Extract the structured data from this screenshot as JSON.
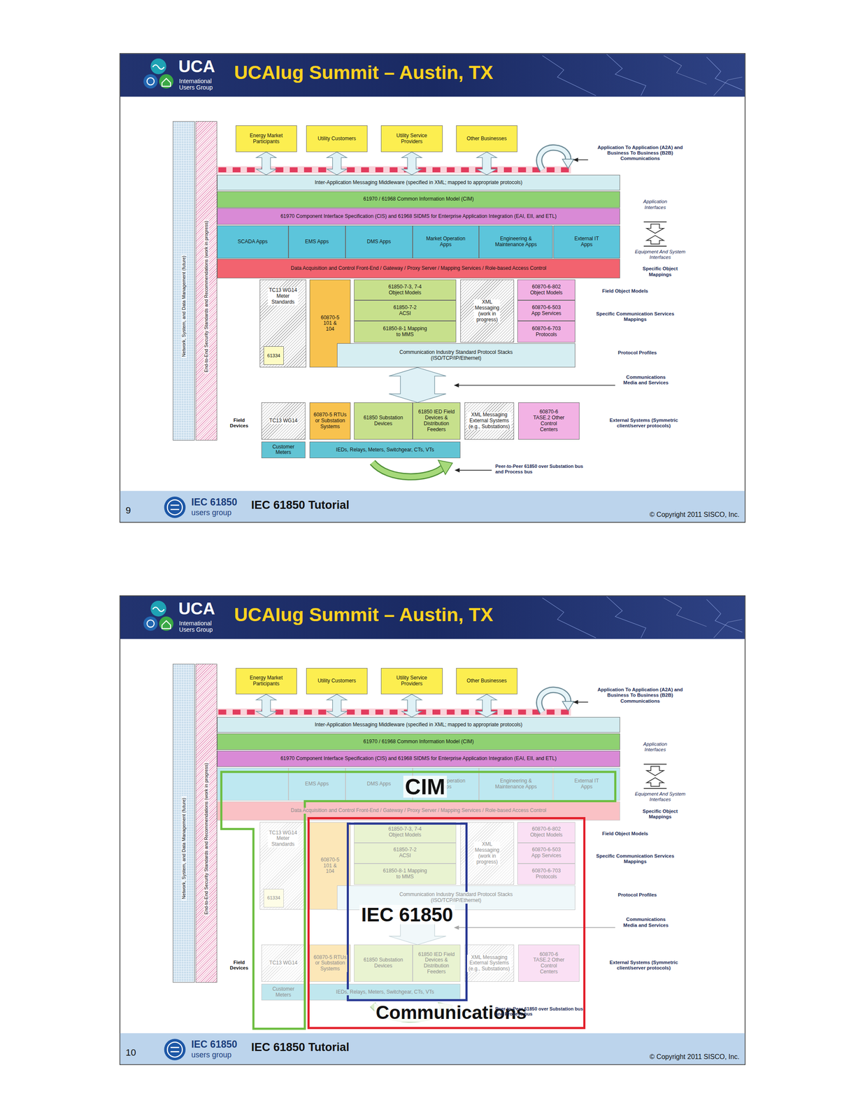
{
  "diagram": {
    "nodes": [
      {
        "text": [
          "Network, System, and Data Management (future)"
        ]
      },
      {
        "text": [
          "End-to-End Security Standards and Recommendations (work in progress)"
        ]
      },
      {
        "text": [
          "Energy Market Participants"
        ]
      },
      {
        "text": [
          "Utility Customers"
        ]
      },
      {
        "text": [
          "Utility Service Providers"
        ]
      },
      {
        "text": [
          "Other Businesses"
        ]
      },
      {
        "text": [
          "Inter-Application Messaging Middleware (specified in XML; mapped to appropriate protocols)"
        ]
      },
      {
        "text": [
          "61970 / 61968 Common Information Model (CIM)"
        ]
      },
      {
        "text": [
          "61970 Component Interface Specification (CIS) and 61968 SIDMS for Enterprise Application Integration (EAI, EII, and ETL)"
        ]
      },
      {
        "text": [
          "SCADA Apps"
        ]
      },
      {
        "text": [
          "EMS Apps"
        ]
      },
      {
        "text": [
          "DMS Apps"
        ]
      },
      {
        "text": [
          "Market Operation Apps"
        ]
      },
      {
        "text": [
          "Engineering & Maintenance Apps"
        ]
      },
      {
        "text": [
          "External IT Apps"
        ]
      },
      {
        "text": [
          "Data Acquisition and Control Front-End / Gateway / Proxy Server / Mapping Services / Role-based Access Control"
        ]
      },
      {
        "text": [
          "TC13 WG14 Meter Standards"
        ]
      },
      {
        "text": [
          "61334"
        ],
        "in": 16
      },
      {
        "text": [
          "60870-5 101 & 104"
        ]
      },
      {
        "text": [
          "61850-7-3, 7-4 Object Models"
        ]
      },
      {
        "text": [
          "61850-7-2 ACSI"
        ]
      },
      {
        "text": [
          "61850-8-1 Mapping to MMS"
        ]
      },
      {
        "text": [
          "XML Messaging (work in progress)"
        ]
      },
      {
        "text": [
          "60870-6-802 Object Models"
        ]
      },
      {
        "text": [
          "60870-6-503 App Services"
        ]
      },
      {
        "text": [
          "60870-6-703 Protocols"
        ]
      },
      {
        "text": [
          "Communication Industry Standard Protocol Stacks (ISO/TCP/IP/Ethernet)"
        ]
      },
      {
        "text": [
          "TC13 WG14"
        ]
      },
      {
        "text": [
          "60870-5 RTUs or Substation Systems"
        ]
      },
      {
        "text": [
          "61850 Substation Devices"
        ]
      },
      {
        "text": [
          "61850 IED Field Devices & Distribution Feeders"
        ]
      },
      {
        "text": [
          "XML Messaging External Systems (e.g., Substations)"
        ]
      },
      {
        "text": [
          "60870-6 TASE.2 Other Control Centers"
        ]
      },
      {
        "text": [
          "Customer Meters"
        ]
      },
      {
        "text": [
          "IEDs, Relays, Meters, Switchgear, CTs, VTs"
        ]
      },
      {
        "text": [
          "Network, System, and Data Management (future)"
        ]
      },
      {
        "text": [
          "End-to-End Security Standards and Recommendations (work in progress)"
        ]
      },
      {
        "text": [
          "Energy Market Participants"
        ]
      },
      {
        "text": [
          "Utility Customers"
        ]
      },
      {
        "text": [
          "Utility Service Providers"
        ]
      },
      {
        "text": [
          "Other Businesses"
        ]
      },
      {
        "text": [
          "Inter-Application Messaging Middleware (specified in XML; mapped to appropriate protocols)"
        ]
      },
      {
        "text": [
          "61970 / 61968 Common Information Model (CIM)"
        ]
      },
      {
        "text": [
          "61970 Component Interface Specification (CIS) and 61968 SIDMS for Enterprise Application Integration (EAI, EII, and ETL)"
        ]
      },
      {
        "text": [
          "EMS Apps"
        ]
      },
      {
        "text": [
          "DMS Apps"
        ]
      },
      {
        "text": [
          "Market Operation Apps"
        ]
      },
      {
        "text": [
          "Engineering & Maintenance Apps"
        ]
      },
      {
        "text": [
          "External IT Apps"
        ]
      },
      {
        "text": [
          "Data Acquisition and Control Front-End / Gateway / Proxy Server / Mapping Services / Role-based Access Control"
        ]
      },
      {
        "text": [
          "TC13 WG14 Meter Standards"
        ]
      },
      {
        "text": [
          "61334"
        ],
        "in": 50
      },
      {
        "text": [
          "60870-5 101 & 104"
        ]
      },
      {
        "text": [
          "61850-7-3, 7-4 Object Models"
        ]
      },
      {
        "text": [
          "61850-7-2 ACSI"
        ]
      },
      {
        "text": [
          "61850-8-1 Mapping to MMS"
        ]
      },
      {
        "text": [
          "XML Messaging (work in progress)"
        ]
      },
      {
        "text": [
          "60870-6-802 Object Models"
        ]
      },
      {
        "text": [
          "60870-6-503 App Services"
        ]
      },
      {
        "text": [
          "60870-6-703 Protocols"
        ]
      },
      {
        "text": [
          "Communication Industry Standard Protocol Stacks (ISO/TCP/IP/Ethernet)"
        ]
      },
      {
        "text": [
          "TC13 WG14"
        ]
      },
      {
        "text": [
          "60870-5 RTUs or Substation Systems"
        ]
      },
      {
        "text": [
          "61850 Substation Devices"
        ]
      },
      {
        "text": [
          "61850 IED Field Devices & Distribution Feeders"
        ]
      },
      {
        "text": [
          "XML Messaging External Systems (e.g., Substations)"
        ]
      },
      {
        "text": [
          "60870-6 TASE.2 Other Control Centers"
        ]
      },
      {
        "text": [
          "Customer Meters"
        ]
      },
      {
        "text": [
          "IEDs, Relays, Meters, Switchgear, CTs, VTs"
        ]
      },
      {
        "text": [
          "CIM"
        ]
      },
      {
        "text": [
          "Communications"
        ]
      },
      {
        "text": [
          "IEC 61850"
        ]
      }
    ],
    "edges": [
      {
        "from": 2,
        "to": 6,
        "arrow": "both"
      },
      {
        "from": 3,
        "to": 6,
        "arrow": "both"
      },
      {
        "from": 4,
        "to": 6,
        "arrow": "both"
      },
      {
        "from": 5,
        "to": 6,
        "arrow": "both"
      },
      {
        "from": 26,
        "to": 29,
        "arrow": "both"
      },
      {
        "from": 37,
        "to": 41,
        "arrow": "both"
      },
      {
        "from": 38,
        "to": 41,
        "arrow": "both"
      },
      {
        "from": 39,
        "to": 41,
        "arrow": "both"
      },
      {
        "from": 40,
        "to": 41,
        "arrow": "both"
      },
      {
        "from": 60,
        "to": 63,
        "arrow": "both"
      }
    ],
    "labels": [
      "UCA",
      "International",
      "Users Group",
      "UCAIug Summit – Austin, TX",
      "Application To Application (A2A) and Business To Business (B2B) Communications",
      "Application Interfaces",
      "Equipment And System Interfaces",
      "Specific Object Mappings",
      "Field Object Models",
      "Specific Communication Services Mappings",
      "Protocol Profiles",
      "Communications Media and Services",
      "External Systems (Symmetric client/server protocols)",
      "Peer-to-Peer 61850 over Substation bus and Process bus",
      "Field Devices",
      "9",
      "IEC 61850",
      "users group",
      "IEC 61850 Tutorial",
      "© Copyright 2011 SISCO, Inc.",
      "UCA",
      "International",
      "Users Group",
      "UCAIug Summit – Austin, TX",
      "Application To Application (A2A) and Business To Business (B2B) Communications",
      "Application Interfaces",
      "Equipment And System Interfaces",
      "Specific Object Mappings",
      "Field Object Models",
      "Specific Communication Services Mappings",
      "Protocol Profiles",
      "Communications Media and Services",
      "External Systems (Symmetric client/server protocols)",
      "Peer-to-Peer 61850 over Substation bus and Process bus",
      "Field Devices",
      "10",
      "IEC 61850",
      "users group",
      "IEC 61850 Tutorial",
      "© Copyright 2011 SISCO, Inc."
    ]
  }
}
